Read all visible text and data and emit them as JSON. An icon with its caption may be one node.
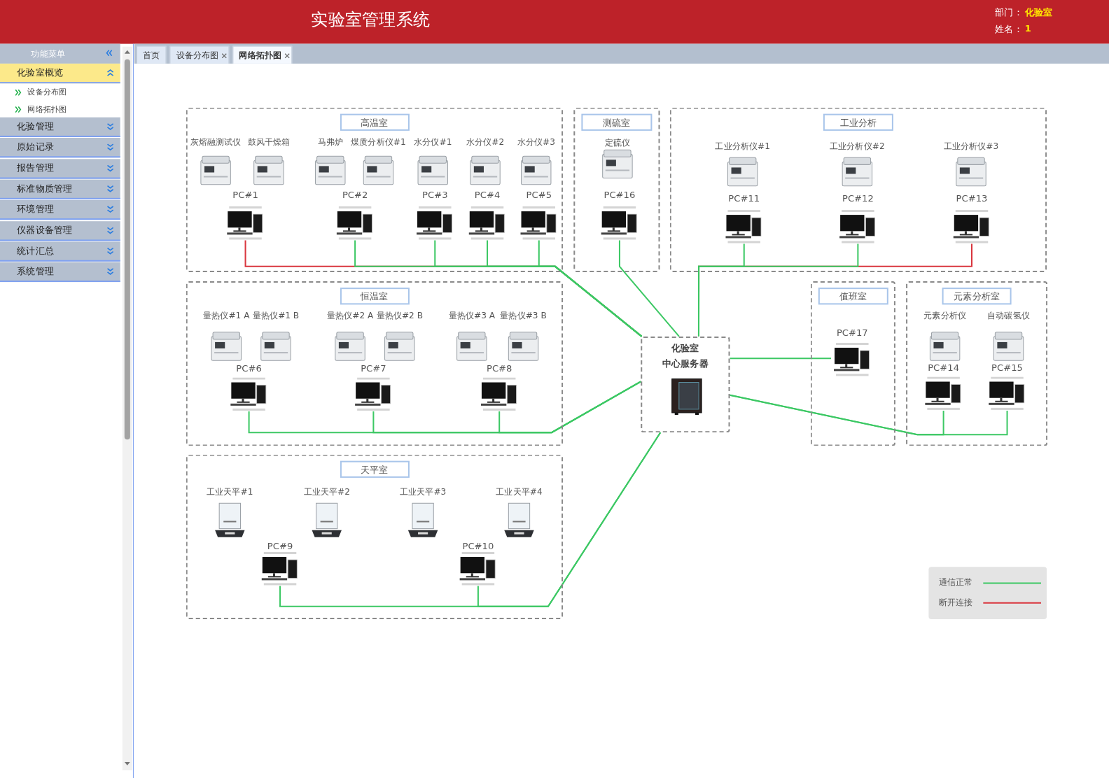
{
  "diagram": {
    "title": "实验室管理系统",
    "nodes": [
      {
        "text": [
          "高温室"
        ]
      },
      {
        "text": [
          "灰熔融测试仪"
        ],
        "in": 0
      },
      {
        "text": [
          "鼓风干燥箱"
        ],
        "in": 0
      },
      {
        "text": [
          "马弗炉"
        ],
        "in": 0
      },
      {
        "text": [
          "煤质分析仪#1"
        ],
        "in": 0
      },
      {
        "text": [
          "水分仪#1"
        ],
        "in": 0
      },
      {
        "text": [
          "水分仪#2"
        ],
        "in": 0
      },
      {
        "text": [
          "水分仪#3"
        ],
        "in": 0
      },
      {
        "text": [
          "PC#1"
        ],
        "in": 0
      },
      {
        "text": [
          "PC#2"
        ],
        "in": 0
      },
      {
        "text": [
          "PC#3"
        ],
        "in": 0
      },
      {
        "text": [
          "PC#4"
        ],
        "in": 0
      },
      {
        "text": [
          "PC#5"
        ],
        "in": 0
      },
      {
        "text": [
          "测硫室"
        ]
      },
      {
        "text": [
          "定硫仪"
        ],
        "in": 13
      },
      {
        "text": [
          "PC#16"
        ],
        "in": 13
      },
      {
        "text": [
          "工业分析"
        ]
      },
      {
        "text": [
          "工业分析仪#1"
        ],
        "in": 16
      },
      {
        "text": [
          "工业分析仪#2"
        ],
        "in": 16
      },
      {
        "text": [
          "工业分析仪#3"
        ],
        "in": 16
      },
      {
        "text": [
          "PC#11"
        ],
        "in": 16
      },
      {
        "text": [
          "PC#12"
        ],
        "in": 16
      },
      {
        "text": [
          "PC#13"
        ],
        "in": 16
      },
      {
        "text": [
          "恒温室"
        ]
      },
      {
        "text": [
          "量热仪#1 A"
        ],
        "in": 23
      },
      {
        "text": [
          "量热仪#1 B"
        ],
        "in": 23
      },
      {
        "text": [
          "量热仪#2 A"
        ],
        "in": 23
      },
      {
        "text": [
          "量热仪#2 B"
        ],
        "in": 23
      },
      {
        "text": [
          "量热仪#3 A"
        ],
        "in": 23
      },
      {
        "text": [
          "量热仪#3 B"
        ],
        "in": 23
      },
      {
        "text": [
          "PC#6"
        ],
        "in": 23
      },
      {
        "text": [
          "PC#7"
        ],
        "in": 23
      },
      {
        "text": [
          "PC#8"
        ],
        "in": 23
      },
      {
        "text": [
          "化验室",
          "中心服务器"
        ]
      },
      {
        "text": [
          "值班室"
        ]
      },
      {
        "text": [
          "PC#17"
        ],
        "in": 34
      },
      {
        "text": [
          "元素分析室"
        ]
      },
      {
        "text": [
          "元素分析仪"
        ],
        "in": 36
      },
      {
        "text": [
          "自动碳氢仪"
        ],
        "in": 36
      },
      {
        "text": [
          "PC#14"
        ],
        "in": 36
      },
      {
        "text": [
          "PC#15"
        ],
        "in": 36
      },
      {
        "text": [
          "天平室"
        ]
      },
      {
        "text": [
          "工业天平#1"
        ],
        "in": 41
      },
      {
        "text": [
          "工业天平#2"
        ],
        "in": 41
      },
      {
        "text": [
          "工业天平#3"
        ],
        "in": 41
      },
      {
        "text": [
          "工业天平#4"
        ],
        "in": 41
      },
      {
        "text": [
          "PC#9"
        ],
        "in": 41
      },
      {
        "text": [
          "PC#10"
        ],
        "in": 41
      }
    ],
    "edges": [
      {
        "from": 8,
        "to": 33,
        "arrow": "none",
        "color": "#d9363e"
      },
      {
        "from": 9,
        "to": 33,
        "arrow": "none"
      },
      {
        "from": 10,
        "to": 33,
        "arrow": "none"
      },
      {
        "from": 11,
        "to": 33,
        "arrow": "none"
      },
      {
        "from": 12,
        "to": 33,
        "arrow": "none"
      },
      {
        "from": 15,
        "to": 33,
        "arrow": "none"
      },
      {
        "from": 20,
        "to": 33,
        "arrow": "none"
      },
      {
        "from": 21,
        "to": 33,
        "arrow": "none"
      },
      {
        "from": 22,
        "to": 33,
        "arrow": "none",
        "color": "#d9363e"
      },
      {
        "from": 30,
        "to": 33,
        "arrow": "none"
      },
      {
        "from": 31,
        "to": 33,
        "arrow": "none"
      },
      {
        "from": 32,
        "to": 33,
        "arrow": "none"
      },
      {
        "from": 35,
        "to": 33,
        "arrow": "none"
      },
      {
        "from": 39,
        "to": 33,
        "arrow": "none"
      },
      {
        "from": 40,
        "to": 33,
        "arrow": "none"
      },
      {
        "from": 46,
        "to": 33,
        "arrow": "none"
      },
      {
        "from": 47,
        "to": 33,
        "arrow": "none"
      }
    ],
    "labels": [
      "部门：",
      "化验室",
      "姓名：",
      "1",
      "功能菜单",
      "化验室概览",
      "设备分布图",
      "网络拓扑图",
      "化验管理",
      "原始记录",
      "报告管理",
      "标准物质管理",
      "环境管理",
      "仪器设备管理",
      "统计汇总",
      "系统管理",
      "首页",
      "设备分布图",
      "网络拓扑图"
    ],
    "legend": [
      {
        "text": "通信正常"
      },
      {
        "text": "断开连接"
      }
    ]
  }
}
